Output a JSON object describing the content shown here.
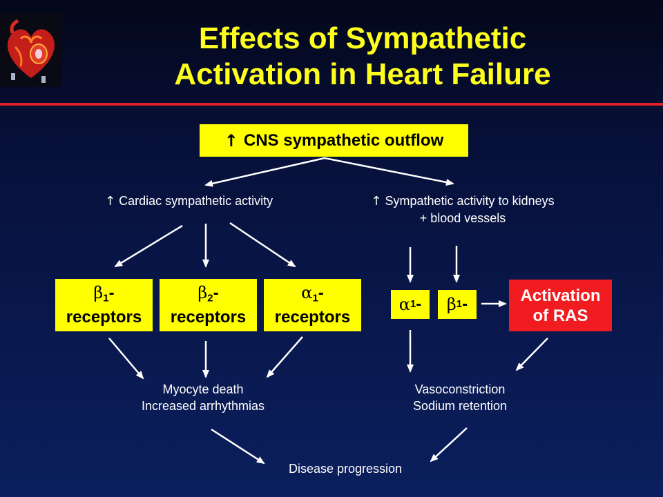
{
  "title": {
    "line1": "Effects of Sympathetic",
    "line2": "Activation in Heart Failure"
  },
  "colors": {
    "accent_yellow": "#ffff00",
    "title_yellow": "#ffff1e",
    "red": "#f01c20",
    "background": "#0b1f5e"
  },
  "top_box": {
    "arrow": "↑",
    "text": "CNS sympathetic outflow"
  },
  "left_branch": {
    "arrow": "↑",
    "text": "Cardiac sympathetic activity"
  },
  "right_branch": {
    "arrow": "↑",
    "line1": "Sympathetic activity to kidneys",
    "line2": "+ blood vessels"
  },
  "receptors": [
    {
      "greek": "β",
      "sub": "1",
      "dash": "-",
      "label": "receptors"
    },
    {
      "greek": "β",
      "sub": "2",
      "dash": "-",
      "label": "receptors"
    },
    {
      "greek": "α",
      "sub": "1",
      "dash": "-",
      "label": "receptors"
    }
  ],
  "small_receptors": [
    {
      "greek": "α",
      "sub": "1",
      "dash": "-"
    },
    {
      "greek": "β",
      "sub": "1",
      "dash": "-"
    }
  ],
  "ras_box": {
    "line1": "Activation",
    "line2": "of RAS"
  },
  "left_outcome": {
    "line1": "Myocyte death",
    "line2": "Increased arrhythmias"
  },
  "right_outcome": {
    "line1": "Vasoconstriction",
    "line2": "Sodium retention"
  },
  "final": {
    "text": "Disease progression"
  }
}
